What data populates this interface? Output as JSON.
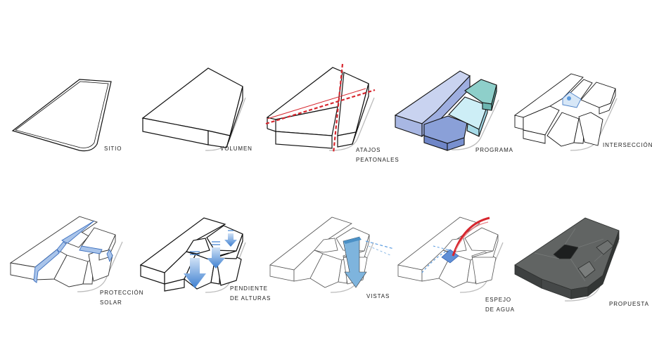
{
  "diagram": {
    "steps": [
      {
        "id": "sitio",
        "lines": [
          "SITIO"
        ]
      },
      {
        "id": "volumen",
        "lines": [
          "VOLUMEN"
        ]
      },
      {
        "id": "atajos",
        "lines": [
          "ATAJOS",
          "PEATONALES"
        ]
      },
      {
        "id": "programa",
        "lines": [
          "PROGRAMA"
        ]
      },
      {
        "id": "interseccion",
        "lines": [
          "INTERSECCIÓN"
        ]
      },
      {
        "id": "proteccion",
        "lines": [
          "PROTECCIÓN",
          "SOLAR"
        ]
      },
      {
        "id": "pendiente",
        "lines": [
          "PENDIENTE",
          "DE ALTURAS"
        ]
      },
      {
        "id": "vistas",
        "lines": [
          "VISTAS"
        ]
      },
      {
        "id": "espejo",
        "lines": [
          "ESPEJO",
          "DE AGUA"
        ]
      },
      {
        "id": "propuesta",
        "lines": [
          "PROPUESTA"
        ]
      }
    ]
  },
  "colors": {
    "line": "#111111",
    "ground": "#bbbbbb",
    "path_red": "#d7262e",
    "prog_light_blue": "#b9c7ec",
    "prog_dark_blue": "#7f95d2",
    "prog_cyan": "#bfe7f1",
    "prog_teal": "#7ec4c0",
    "arrow_blue": "#3d7fd0",
    "shade_blue": "#a9c4ea",
    "proposal_grey": "#5c5f5e",
    "proposal_dark": "#3f4241"
  }
}
